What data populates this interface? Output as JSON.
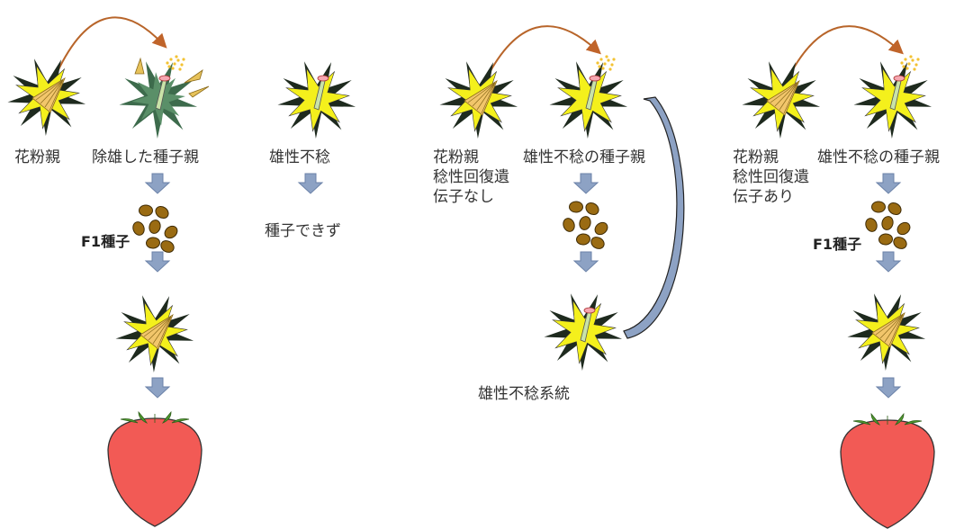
{
  "labels": {
    "pollen_parent": "花粉親",
    "emasculated_seed_parent": "除雄した種子親",
    "male_sterile": "雄性不稔",
    "no_seed": "種子できず",
    "pollen_parent_no_restorer": "花粉親\n稔性回復遺\n伝子なし",
    "male_sterile_seed_parent_1": "雄性不稔の種子親",
    "male_sterile_line": "雄性不稔系統",
    "pollen_parent_with_restorer": "花粉親\n稔性回復遺\n伝子あり",
    "male_sterile_seed_parent_2": "雄性不稔の種子親",
    "f1_seed_1": "F1種子",
    "f1_seed_2": "F1種子"
  },
  "colors": {
    "flower_yellow": "#f4f01c",
    "star_dark": "#1e2a1e",
    "arrow_blue": "#8da2c4",
    "arc_orange": "#b8652a",
    "seed_brown": "#9a6b12",
    "tomato_red": "#f25a55",
    "tomato_leaf": "#4f9a30"
  },
  "icons": [
    "flower-star-icon",
    "down-arrow-icon",
    "seed-icon",
    "tomato-icon",
    "curved-arrow-icon"
  ]
}
